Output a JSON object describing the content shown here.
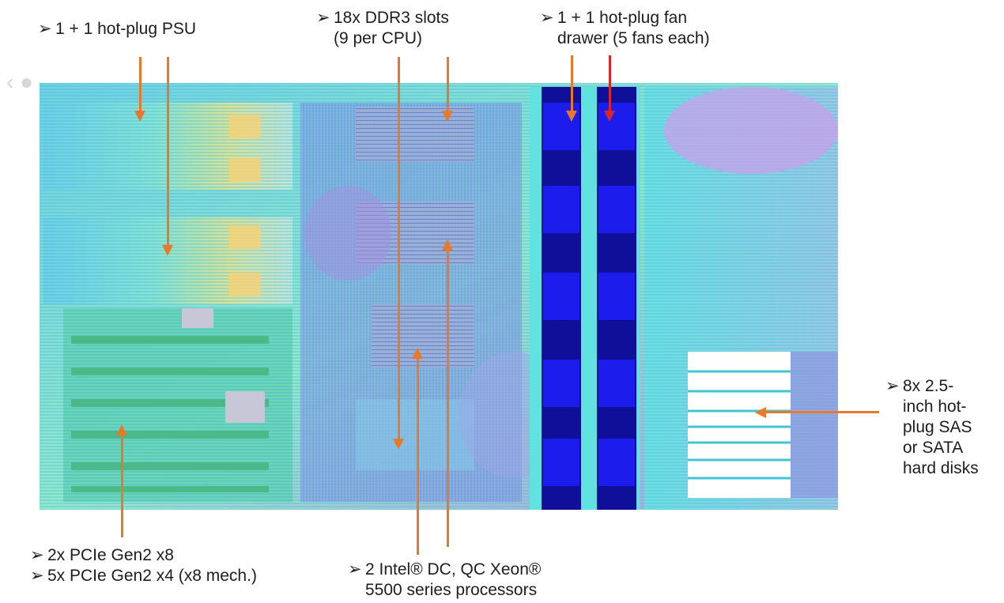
{
  "labels": {
    "psu": {
      "bullet": "➢",
      "text": "1 + 1 hot-plug PSU"
    },
    "ddr3": {
      "bullet": "➢",
      "line1": "18x DDR3 slots",
      "line2": "(9 per CPU)"
    },
    "fan": {
      "bullet": "➢",
      "line1": "1 + 1 hot-plug fan",
      "line2": "drawer (5 fans each)"
    },
    "disks": {
      "bullet": "➢",
      "lines": [
        "8x 2.5-",
        "inch hot-",
        "plug SAS",
        "or SATA",
        "hard disks"
      ]
    },
    "pcie": {
      "bullet1": "➢",
      "line1": "2x PCIe Gen2 x8",
      "bullet2": "➢",
      "line2": "5x PCIe Gen2 x4 (x8 mech.)"
    },
    "cpu": {
      "bullet": "➢",
      "line1": "2 Intel® DC, QC Xeon®",
      "line2": "5500 series processors"
    }
  },
  "colors": {
    "arrow": "#e8782a",
    "arrow_fan_secondary": "#d8262a",
    "flow_cyan": "#41d6e6",
    "flow_green": "#54e08a",
    "flow_violet": "#b59ee8",
    "fan_blue": "#1a1ae6",
    "fan_dark": "#0b0b7a"
  }
}
